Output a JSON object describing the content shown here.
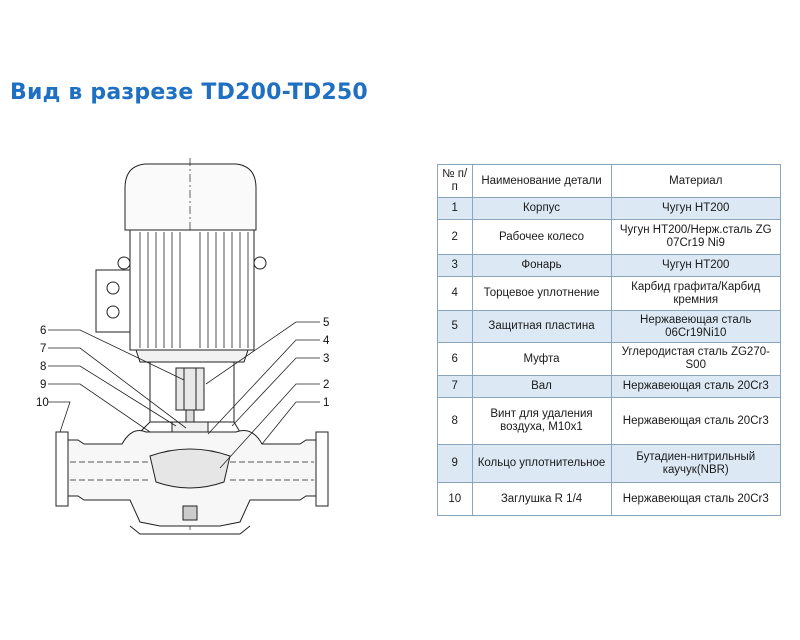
{
  "title": "Вид в разрезе TD200-TD250",
  "diagram": {
    "labels": [
      "6",
      "7",
      "8",
      "9",
      "10",
      "5",
      "4",
      "3",
      "2",
      "1"
    ]
  },
  "table": {
    "header": {
      "no": "№ п/п",
      "name": "Наименование детали",
      "material": "Материал"
    },
    "rows": [
      {
        "no": "1",
        "name": "Корпус",
        "material": "Чугун HT200"
      },
      {
        "no": "2",
        "name": "Рабочее колесо",
        "material": "Чугун HT200/Нерж.сталь ZG 07Cr19 Ni9"
      },
      {
        "no": "3",
        "name": "Фонарь",
        "material": "Чугун HT200"
      },
      {
        "no": "4",
        "name": "Торцевое уплотнение",
        "material": "Карбид графита/Карбид кремния"
      },
      {
        "no": "5",
        "name": "Защитная пластина",
        "material": "Нержавеющая сталь 06Cr19Ni10"
      },
      {
        "no": "6",
        "name": "Муфта",
        "material": "Углеродистая сталь ZG270-S00"
      },
      {
        "no": "7",
        "name": "Вал",
        "material": "Нержавеющая сталь 20Cr3"
      },
      {
        "no": "8",
        "name": "Винт для удаления воздуха, M10x1",
        "material": "Нержавеющая сталь 20Cr3"
      },
      {
        "no": "9",
        "name": "Кольцо уплотнительное",
        "material": "Бутадиен-нитрильный каучук(NBR)"
      },
      {
        "no": "10",
        "name": "Заглушка R 1/4",
        "material": "Нержавеющая сталь 20Cr3"
      }
    ]
  }
}
